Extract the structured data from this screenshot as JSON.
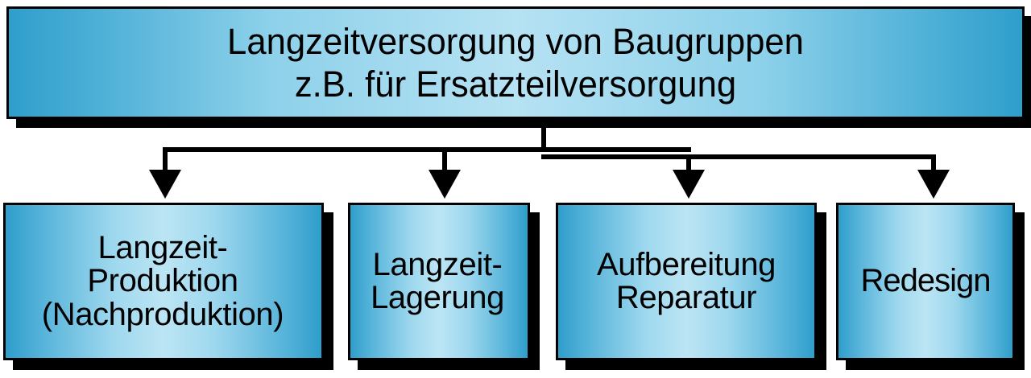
{
  "diagram": {
    "type": "tree-hierarchy",
    "orientation": "top-down",
    "language": "de",
    "background_color": "#ffffff",
    "node_fill_light": "#bce5f4",
    "node_fill_dark": "#2f9ecb",
    "border_color": "#000000",
    "shadow_color": "#000000",
    "title": {
      "id": "root",
      "label": "Langzeitversorgung von Baugruppen\nz.B. für Ersatzteilversorgung",
      "line_1": "Langzeitversorgung von Baugruppen",
      "line_2": "z.B. für Ersatzteilversorgung"
    },
    "children": [
      {
        "id": "child-1",
        "label": "Langzeit-\nProduktion\n(Nachproduktion)",
        "line_1": "Langzeit-",
        "line_2": "Produktion",
        "line_3": "(Nachproduktion)"
      },
      {
        "id": "child-2",
        "label": "Langzeit-\nLagerung",
        "line_1": "Langzeit-",
        "line_2": "Lagerung"
      },
      {
        "id": "child-3",
        "label": "Aufbereitung\nReparatur",
        "line_1": "Aufbereitung",
        "line_2": "Reparatur"
      },
      {
        "id": "child-4",
        "label": "Redesign",
        "line_1": "Redesign"
      }
    ],
    "connectors": {
      "count": 4,
      "style": "orthogonal-elbow-with-arrowhead",
      "arrowhead": "filled-triangle-down"
    }
  }
}
